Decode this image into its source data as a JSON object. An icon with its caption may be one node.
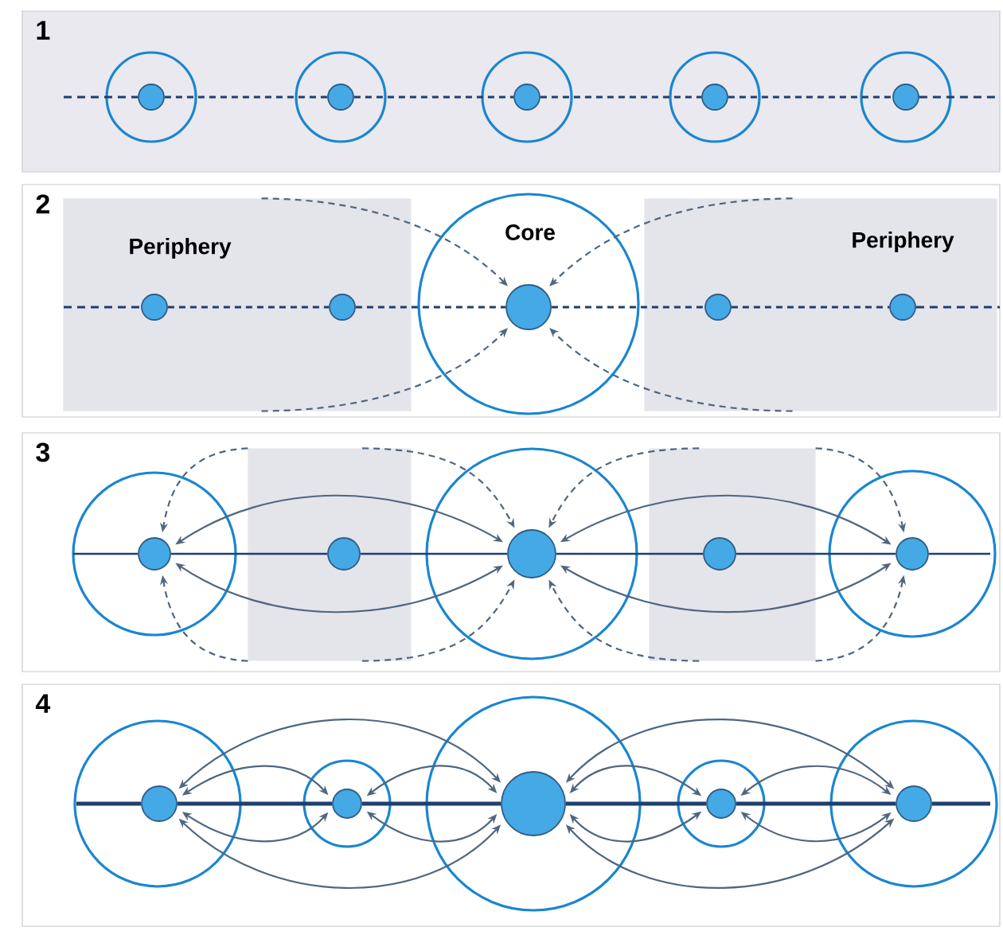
{
  "diagram": {
    "nodes": [
      {
        "text": [
          "1"
        ]
      },
      {
        "text": [],
        "shape": "circle",
        "in": 0
      },
      {
        "text": [],
        "shape": "circle",
        "in": 0
      },
      {
        "text": [],
        "shape": "circle",
        "in": 0
      },
      {
        "text": [],
        "shape": "circle",
        "in": 0
      },
      {
        "text": [],
        "shape": "circle",
        "in": 0
      },
      {
        "text": [],
        "shape": "circle",
        "in": 1
      },
      {
        "text": [],
        "shape": "circle",
        "in": 2
      },
      {
        "text": [],
        "shape": "circle",
        "in": 3
      },
      {
        "text": [],
        "shape": "circle",
        "in": 4
      },
      {
        "text": [],
        "shape": "circle",
        "in": 5
      },
      {
        "text": [
          "2"
        ]
      },
      {
        "text": [
          "Periphery"
        ],
        "in": 11
      },
      {
        "text": [],
        "shape": "circle",
        "in": 12
      },
      {
        "text": [],
        "shape": "circle",
        "in": 12
      },
      {
        "text": [
          "Core"
        ],
        "in": 11
      },
      {
        "text": [],
        "shape": "circle",
        "in": 15
      },
      {
        "text": [
          "Periphery"
        ],
        "in": 11
      },
      {
        "text": [],
        "shape": "circle",
        "in": 17
      },
      {
        "text": [],
        "shape": "circle",
        "in": 17
      },
      {
        "text": [
          "3"
        ]
      },
      {
        "text": [],
        "shape": "circle",
        "in": 20
      },
      {
        "text": [],
        "shape": "circle",
        "in": 21
      },
      {
        "text": [],
        "shape": "box",
        "in": 20
      },
      {
        "text": [],
        "shape": "circle",
        "in": 23
      },
      {
        "text": [],
        "shape": "circle",
        "in": 20
      },
      {
        "text": [],
        "shape": "circle",
        "in": 25
      },
      {
        "text": [],
        "shape": "box",
        "in": 20
      },
      {
        "text": [],
        "shape": "circle",
        "in": 27
      },
      {
        "text": [],
        "shape": "circle",
        "in": 20
      },
      {
        "text": [],
        "shape": "circle",
        "in": 29
      },
      {
        "text": [
          "4"
        ]
      },
      {
        "text": [],
        "shape": "circle",
        "in": 31
      },
      {
        "text": [],
        "shape": "circle",
        "in": 32
      },
      {
        "text": [],
        "shape": "circle",
        "in": 31
      },
      {
        "text": [],
        "shape": "circle",
        "in": 34
      },
      {
        "text": [],
        "shape": "circle",
        "in": 31
      },
      {
        "text": [],
        "shape": "circle",
        "in": 36
      },
      {
        "text": [],
        "shape": "circle",
        "in": 31
      },
      {
        "text": [],
        "shape": "circle",
        "in": 38
      },
      {
        "text": [],
        "shape": "circle",
        "in": 31
      },
      {
        "text": [],
        "shape": "circle",
        "in": 40
      }
    ],
    "edges": [
      {
        "from": 6,
        "to": 7,
        "arrow": "none",
        "style": "dashed",
        "color": "#1f3f6e"
      },
      {
        "from": 7,
        "to": 8,
        "arrow": "none",
        "style": "dashed",
        "color": "#1f3f6e"
      },
      {
        "from": 8,
        "to": 9,
        "arrow": "none",
        "style": "dashed",
        "color": "#1f3f6e"
      },
      {
        "from": 9,
        "to": 10,
        "arrow": "none",
        "style": "dashed",
        "color": "#1f3f6e"
      },
      {
        "from": 13,
        "to": 14,
        "arrow": "none",
        "style": "dashed",
        "color": "#1f3f6e"
      },
      {
        "from": 14,
        "to": 16,
        "arrow": "none",
        "style": "dashed",
        "color": "#1f3f6e"
      },
      {
        "from": 16,
        "to": 18,
        "arrow": "none",
        "style": "dashed",
        "color": "#1f3f6e"
      },
      {
        "from": 18,
        "to": 19,
        "arrow": "none",
        "style": "dashed",
        "color": "#1f3f6e"
      },
      {
        "from": 12,
        "to": 16,
        "arrow": "to",
        "style": "dashed"
      },
      {
        "from": 12,
        "to": 16,
        "arrow": "to",
        "style": "dashed"
      },
      {
        "from": 17,
        "to": 16,
        "arrow": "to",
        "style": "dashed"
      },
      {
        "from": 17,
        "to": 16,
        "arrow": "to",
        "style": "dashed"
      },
      {
        "from": 22,
        "to": 24,
        "arrow": "none",
        "color": "#1f3f6e"
      },
      {
        "from": 24,
        "to": 26,
        "arrow": "none",
        "color": "#1f3f6e"
      },
      {
        "from": 26,
        "to": 28,
        "arrow": "none",
        "color": "#1f3f6e"
      },
      {
        "from": 28,
        "to": 30,
        "arrow": "none",
        "color": "#1f3f6e"
      },
      {
        "from": 22,
        "to": 26,
        "arrow": "both"
      },
      {
        "from": 22,
        "to": 26,
        "arrow": "both"
      },
      {
        "from": 26,
        "to": 30,
        "arrow": "both"
      },
      {
        "from": 26,
        "to": 30,
        "arrow": "both"
      },
      {
        "from": 23,
        "to": 22,
        "arrow": "to",
        "style": "dashed"
      },
      {
        "from": 23,
        "to": 26,
        "arrow": "to",
        "style": "dashed"
      },
      {
        "from": 23,
        "to": 22,
        "arrow": "to",
        "style": "dashed"
      },
      {
        "from": 23,
        "to": 26,
        "arrow": "to",
        "style": "dashed"
      },
      {
        "from": 27,
        "to": 26,
        "arrow": "to",
        "style": "dashed"
      },
      {
        "from": 27,
        "to": 30,
        "arrow": "to",
        "style": "dashed"
      },
      {
        "from": 27,
        "to": 26,
        "arrow": "to",
        "style": "dashed"
      },
      {
        "from": 27,
        "to": 30,
        "arrow": "to",
        "style": "dashed"
      },
      {
        "from": 33,
        "to": 35,
        "arrow": "none",
        "style": "thick",
        "color": "#1f3f6e"
      },
      {
        "from": 35,
        "to": 37,
        "arrow": "none",
        "style": "thick",
        "color": "#1f3f6e"
      },
      {
        "from": 37,
        "to": 39,
        "arrow": "none",
        "style": "thick",
        "color": "#1f3f6e"
      },
      {
        "from": 39,
        "to": 41,
        "arrow": "none",
        "style": "thick",
        "color": "#1f3f6e"
      },
      {
        "from": 33,
        "to": 37,
        "arrow": "both"
      },
      {
        "from": 33,
        "to": 37,
        "arrow": "both"
      },
      {
        "from": 33,
        "to": 35,
        "arrow": "both"
      },
      {
        "from": 33,
        "to": 35,
        "arrow": "both"
      },
      {
        "from": 35,
        "to": 37,
        "arrow": "both"
      },
      {
        "from": 35,
        "to": 37,
        "arrow": "both"
      },
      {
        "from": 37,
        "to": 41,
        "arrow": "both"
      },
      {
        "from": 37,
        "to": 41,
        "arrow": "both"
      },
      {
        "from": 37,
        "to": 39,
        "arrow": "both"
      },
      {
        "from": 37,
        "to": 39,
        "arrow": "both"
      },
      {
        "from": 39,
        "to": 41,
        "arrow": "both"
      },
      {
        "from": 39,
        "to": 41,
        "arrow": "both"
      }
    ]
  }
}
